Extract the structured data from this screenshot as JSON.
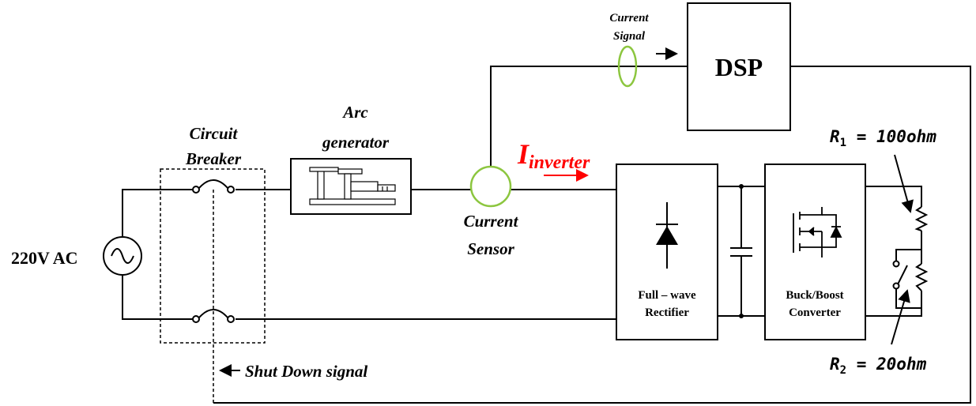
{
  "labels": {
    "source": "220V AC",
    "breaker_line1": "Circuit",
    "breaker_line2": "Breaker",
    "arc_line1": "Arc",
    "arc_line2": "generator",
    "sensor_line1": "Current",
    "sensor_line2": "Sensor",
    "signal_line1": "Current",
    "signal_line2": "Signal",
    "dsp": "DSP",
    "current_main": "I",
    "current_sub": "inverter",
    "rectifier_line1": "Full – wave",
    "rectifier_line2": "Rectifier",
    "converter_line1": "Buck/Boost",
    "converter_line2": "Converter",
    "r1_symbol": "R",
    "r1_sub": "1",
    "r1_value": " = 100ohm",
    "r2_symbol": "R",
    "r2_sub": "2",
    "r2_value": " = 20ohm",
    "shutdown": "Shut Down signal"
  },
  "colors": {
    "line": "#000000",
    "sensor": "#8cc63f",
    "current_label": "#ff0000",
    "breaker_box": "#000000"
  },
  "icons": {
    "source": "ac-source-icon",
    "breaker": "circuit-breaker-icon",
    "diode": "diode-icon",
    "mosfet": "mosfet-icon",
    "capacitor": "capacitor-icon",
    "resistor": "resistor-icon",
    "switch": "switch-icon"
  }
}
